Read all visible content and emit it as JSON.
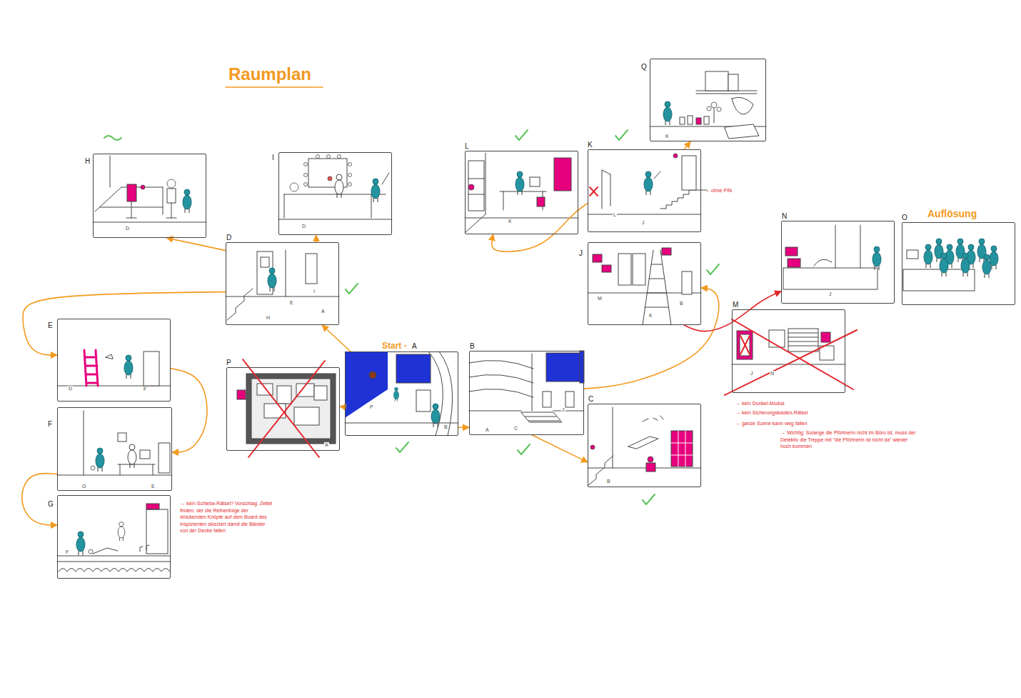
{
  "diagram": {
    "title": "Raumplan",
    "nodes": [
      {
        "text": [
          "Q"
        ]
      },
      {
        "text": [
          "H"
        ]
      },
      {
        "text": [
          "I"
        ]
      },
      {
        "text": [
          "L"
        ]
      },
      {
        "text": [
          "K"
        ]
      },
      {
        "text": [
          "D"
        ]
      },
      {
        "text": [
          "J"
        ]
      },
      {
        "text": [
          "N"
        ]
      },
      {
        "text": [
          "O",
          "Auflösung"
        ]
      },
      {
        "text": [
          "E"
        ]
      },
      {
        "text": [
          "P"
        ]
      },
      {
        "text": [
          "Start -",
          "A"
        ]
      },
      {
        "text": [
          "B"
        ]
      },
      {
        "text": [
          "M"
        ]
      },
      {
        "text": [
          "C"
        ]
      },
      {
        "text": [
          "F"
        ]
      },
      {
        "text": [
          "G"
        ]
      }
    ],
    "edges": [
      {
        "from": 11,
        "to": 5,
        "arrow": "to"
      },
      {
        "from": 5,
        "to": 1,
        "arrow": "to"
      },
      {
        "from": 5,
        "to": 2,
        "arrow": "to"
      },
      {
        "from": 5,
        "to": 9,
        "arrow": "to"
      },
      {
        "from": 9,
        "to": 15,
        "arrow": "to"
      },
      {
        "from": 15,
        "to": 16,
        "arrow": "to"
      },
      {
        "from": 11,
        "to": 10,
        "arrow": "to"
      },
      {
        "from": 11,
        "to": 12,
        "arrow": "to"
      },
      {
        "from": 12,
        "to": 14,
        "arrow": "to"
      },
      {
        "from": 12,
        "to": 6,
        "arrow": "to"
      },
      {
        "from": 6,
        "to": 7,
        "arrow": "to"
      },
      {
        "from": 4,
        "to": 3,
        "arrow": "to"
      },
      {
        "from": 4,
        "to": 0,
        "arrow": "to"
      }
    ],
    "labels": [
      "→ ohne PIN",
      "→ kein Schiebe-Rätsel? Vorschlag: Zettel finden, der die Reihenfolge der drückenden Knöpfe auf dem Board des Inspizienten skizziert damit die Bänder von der Decke fallen",
      "→ kein Dunkel-Modus",
      "→ kein Sicherungskasten-Rätsel",
      "→ ganze Szene kann weg fallen",
      "→ Wichtig: Solange die Pförtnerin nicht im Büro ist, muss der Detektiv die Treppe mit \"die Pförtnerin ist nicht da\" wieder hoch kommen",
      "P",
      "B",
      "A",
      "C",
      "J",
      "B",
      "H",
      "E",
      "I",
      "A",
      "D",
      "F",
      "G",
      "E",
      "F",
      "D",
      "D",
      "K",
      "L",
      "J",
      "K",
      "M",
      "K",
      "B",
      "J",
      "N",
      "J",
      "A"
    ]
  }
}
